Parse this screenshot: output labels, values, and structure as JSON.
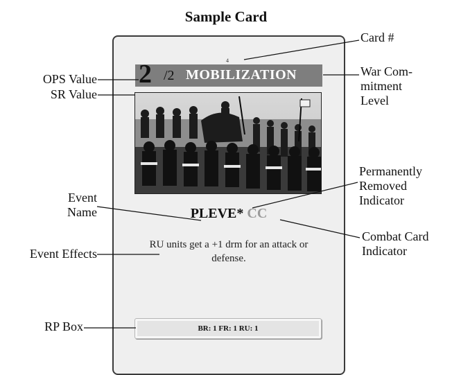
{
  "title": "Sample Card",
  "card": {
    "number": "4",
    "ops_value": "2",
    "sr_value": "/2",
    "event_title": "MOBILIZATION",
    "event_name": "PLEVE*",
    "combat_card_mark": "CC",
    "event_text": "RU units get a +1 drm for an attack or defense.",
    "rp_box": "BR: 1  FR: 1  RU: 1"
  },
  "labels": {
    "card_number": "Card #",
    "ops_value": "OPS Value",
    "sr_value": "SR Value",
    "war_commitment": [
      "War Com-",
      "mitment",
      "Level"
    ],
    "event_name": [
      "Event",
      "Name"
    ],
    "permanently_removed": [
      "Permanently",
      "Removed",
      "Indicator"
    ],
    "event_effects": "Event Effects",
    "combat_card": [
      "Combat Card",
      "Indicator"
    ],
    "rp_box": "RP Box"
  }
}
